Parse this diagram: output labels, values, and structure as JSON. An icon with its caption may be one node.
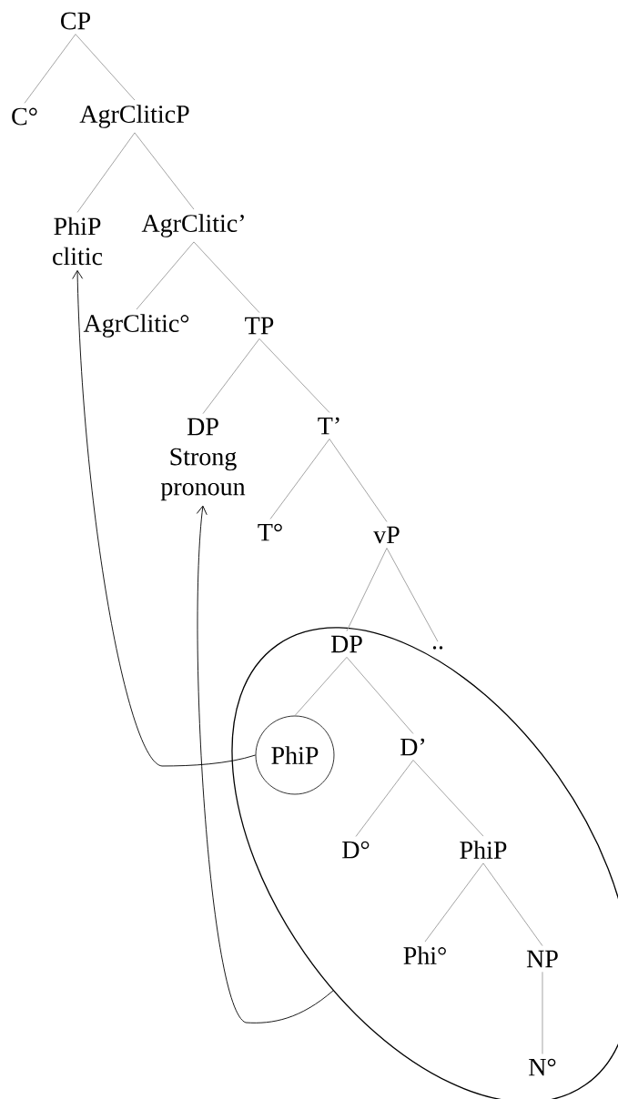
{
  "diagram": {
    "nodes": [
      {
        "text": [
          "CP"
        ]
      },
      {
        "text": [
          "C°"
        ]
      },
      {
        "text": [
          "AgrCliticP"
        ]
      },
      {
        "text": [
          "PhiP",
          "clitic"
        ]
      },
      {
        "text": [
          "AgrClitic’"
        ]
      },
      {
        "text": [
          "AgrClitic°"
        ]
      },
      {
        "text": [
          "TP"
        ]
      },
      {
        "text": [
          "DP",
          "Strong pronoun"
        ]
      },
      {
        "text": [
          "T’"
        ]
      },
      {
        "text": [
          "T°"
        ]
      },
      {
        "text": [
          "vP"
        ]
      },
      {
        "text": [],
        "shape": "ellipse"
      },
      {
        "text": [
          "DP"
        ],
        "in": 11
      },
      {
        "text": [
          ".."
        ]
      },
      {
        "text": [
          "PhiP"
        ],
        "in": 11
      },
      {
        "text": [
          "D’"
        ],
        "in": 11
      },
      {
        "text": [
          "D°"
        ],
        "in": 11
      },
      {
        "text": [
          "PhiP"
        ],
        "in": 11
      },
      {
        "text": [
          "Phi°"
        ],
        "in": 11
      },
      {
        "text": [
          "NP"
        ],
        "in": 11
      },
      {
        "text": [
          "N°"
        ],
        "in": 11
      }
    ],
    "edges": [
      {
        "from": 0,
        "to": 1,
        "arrow": "none"
      },
      {
        "from": 0,
        "to": 2,
        "arrow": "none"
      },
      {
        "from": 2,
        "to": 3,
        "arrow": "none"
      },
      {
        "from": 2,
        "to": 4,
        "arrow": "none"
      },
      {
        "from": 4,
        "to": 5,
        "arrow": "none"
      },
      {
        "from": 4,
        "to": 6,
        "arrow": "none"
      },
      {
        "from": 6,
        "to": 7,
        "arrow": "none"
      },
      {
        "from": 6,
        "to": 8,
        "arrow": "none"
      },
      {
        "from": 8,
        "to": 9,
        "arrow": "none"
      },
      {
        "from": 8,
        "to": 10,
        "arrow": "none"
      },
      {
        "from": 10,
        "to": 12,
        "arrow": "none"
      },
      {
        "from": 10,
        "to": 13,
        "arrow": "none"
      },
      {
        "from": 12,
        "to": 14,
        "arrow": "none"
      },
      {
        "from": 12,
        "to": 15,
        "arrow": "none"
      },
      {
        "from": 15,
        "to": 16,
        "arrow": "none"
      },
      {
        "from": 15,
        "to": 17,
        "arrow": "none"
      },
      {
        "from": 17,
        "to": 18,
        "arrow": "none"
      },
      {
        "from": 17,
        "to": 19,
        "arrow": "none"
      },
      {
        "from": 19,
        "to": 20,
        "arrow": "none"
      },
      {
        "from": 14,
        "to": 3,
        "arrow": "to",
        "color": "#000000"
      },
      {
        "from": 11,
        "to": 7,
        "arrow": "to",
        "color": "#000000"
      }
    ]
  }
}
